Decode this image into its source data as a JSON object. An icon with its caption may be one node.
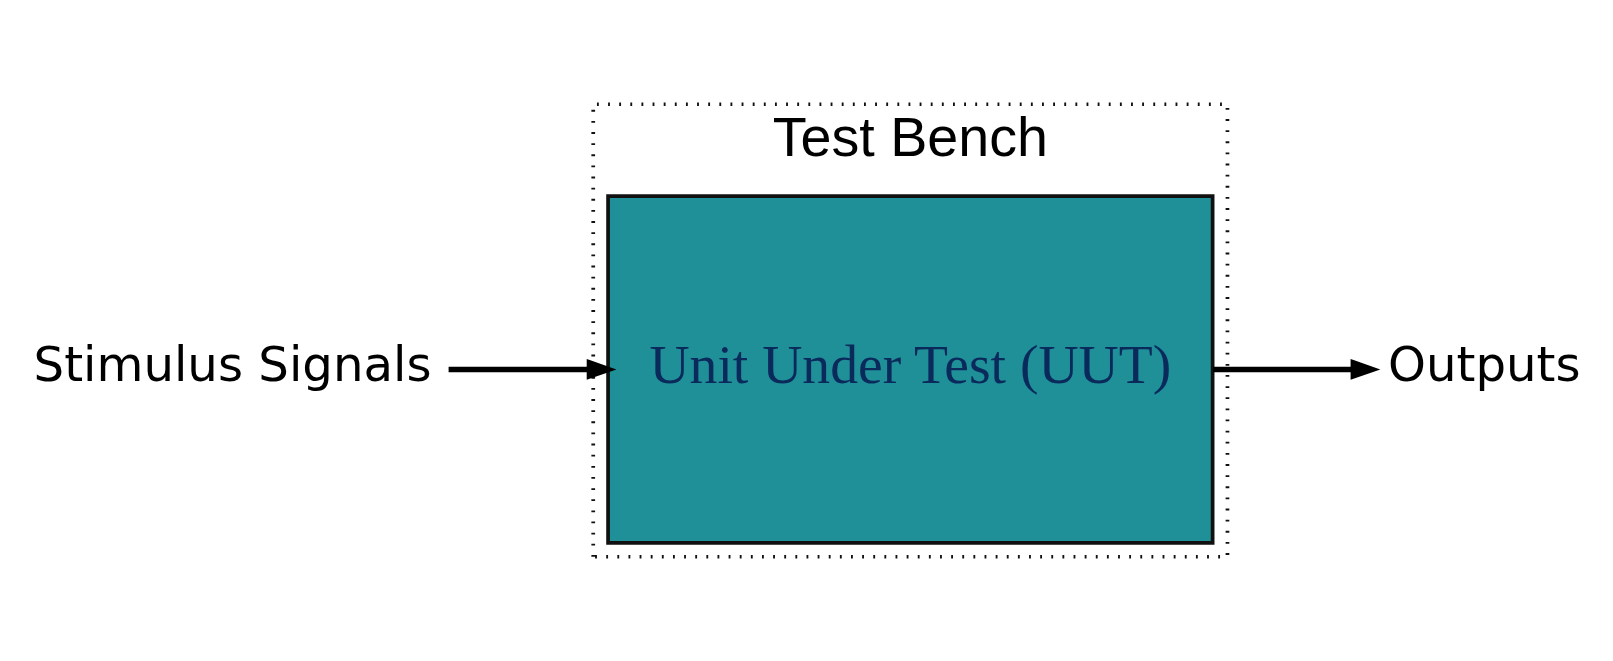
{
  "diagram": {
    "nodes": [
      {
        "text": [
          "Test Bench"
        ]
      },
      {
        "text": [
          "Unit Under Test (UUT)"
        ],
        "in": 0
      },
      {
        "text": [
          "Stimulus Signals"
        ]
      },
      {
        "text": [
          "Outputs"
        ]
      }
    ],
    "edges": [
      {
        "from": 2,
        "to": 1,
        "arrow": "to"
      },
      {
        "from": 1,
        "to": 3,
        "arrow": "to"
      }
    ]
  }
}
